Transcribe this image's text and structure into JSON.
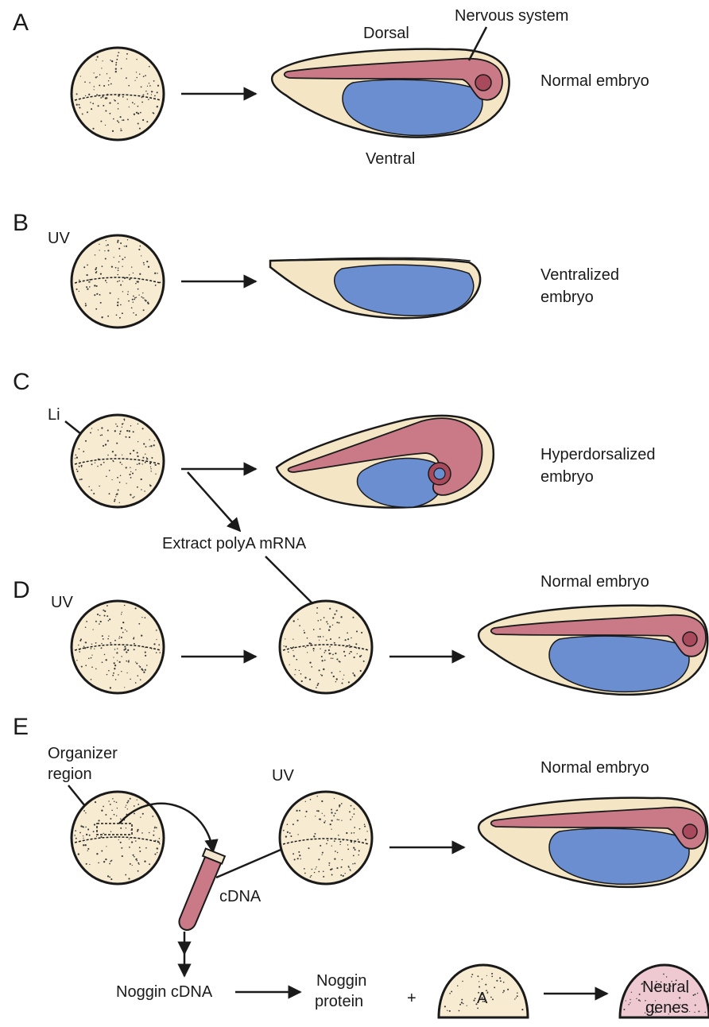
{
  "panels": [
    {
      "letter": "A",
      "labels": {
        "dorsal": "Dorsal",
        "nervous": "Nervous system",
        "ventral": "Ventral",
        "result": "Normal embryo"
      }
    },
    {
      "letter": "B",
      "labels": {
        "treatment": "UV",
        "result_line1": "Ventralized",
        "result_line2": "embryo"
      }
    },
    {
      "letter": "C",
      "labels": {
        "treatment": "Li",
        "result_line1": "Hyperdorsalized",
        "result_line2": "embryo",
        "extract": "Extract polyA mRNA"
      }
    },
    {
      "letter": "D",
      "labels": {
        "treatment": "UV",
        "result": "Normal embryo"
      }
    },
    {
      "letter": "E",
      "labels": {
        "organizer_line1": "Organizer",
        "organizer_line2": "region",
        "treatment": "UV",
        "result": "Normal embryo",
        "cdna": "cDNA",
        "noggin_cdna": "Noggin cDNA",
        "noggin_protein_line1": "Noggin",
        "noggin_protein_line2": "protein",
        "plus": "+",
        "animal_cap": "A",
        "neural_line1": "Neural",
        "neural_line2": "genes"
      }
    }
  ],
  "colors": {
    "egg": "#f7ecd2",
    "yolk_blue": "#6b8ed1",
    "neural_pink": "#c97a86",
    "cream_body": "#f4e6c4"
  }
}
